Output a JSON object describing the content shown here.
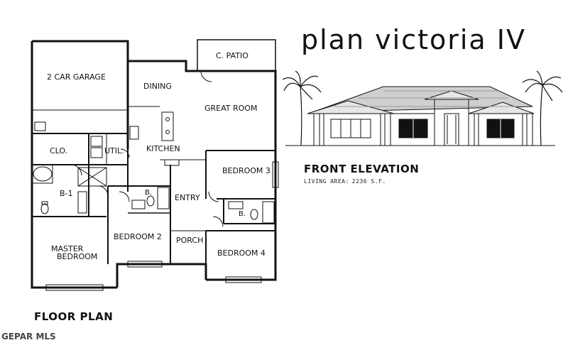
{
  "title": "plan victoria IV",
  "front_elevation_label": "FRONT ELEVATION",
  "living_area_label": "LIVING AREA:",
  "living_area_value": "2236 S.F.",
  "floor_plan_label": "FLOOR PLAN",
  "watermark": "GEPAR MLS",
  "rooms": {
    "c_patio": "C. PATIO",
    "garage": "2 CAR GARAGE",
    "dining": "DINING",
    "great_room": "GREAT ROOM",
    "kitchen": "KITCHEN",
    "closet": "CLO.",
    "utility": "UTIL.",
    "bedroom_3": "BEDROOM 3",
    "entry": "ENTRY",
    "b1": "B-1",
    "bath_2": "B.",
    "bath_3": "B.",
    "master_line1": "MASTER",
    "master_line2": "BEDROOM",
    "bedroom_2": "BEDROOM 2",
    "porch": "PORCH",
    "bedroom_4": "BEDROOM 4"
  }
}
